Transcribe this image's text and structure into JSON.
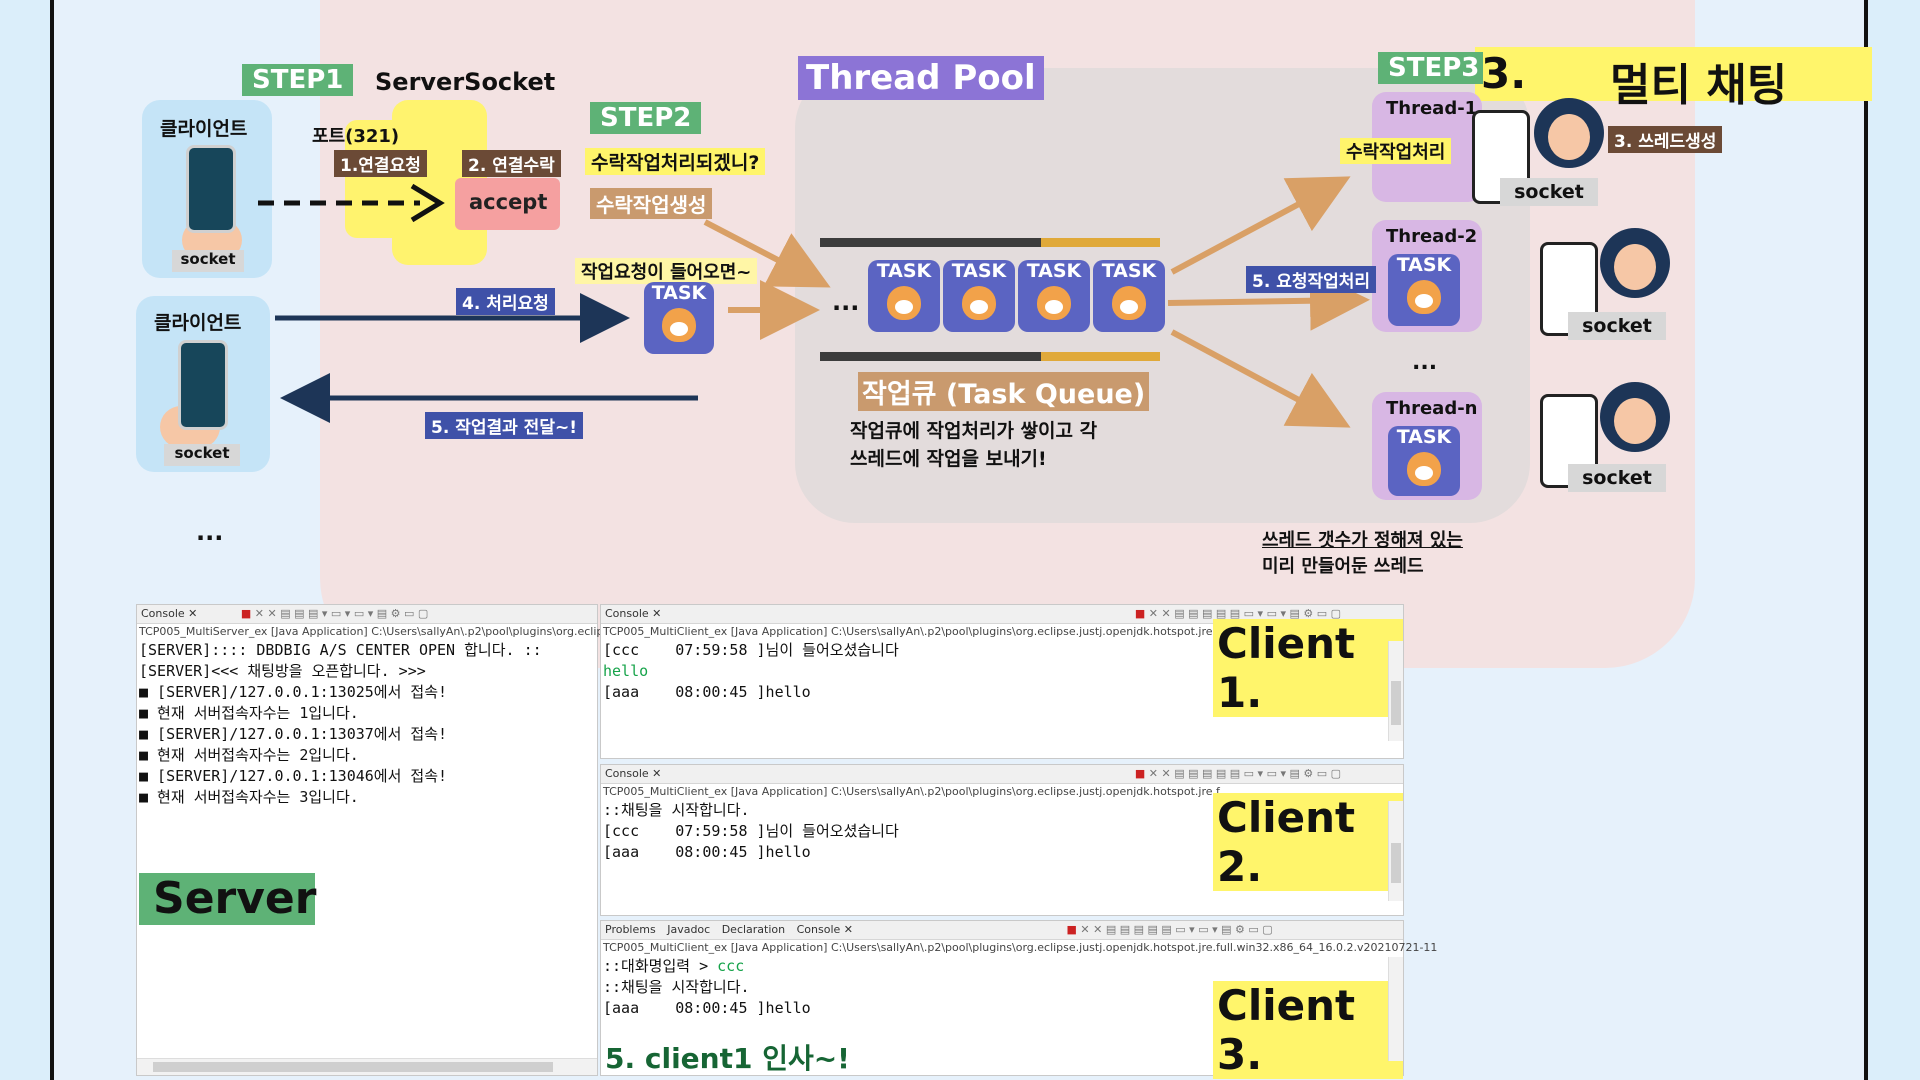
{
  "title": {
    "number": "3.",
    "text": "멀티 채팅"
  },
  "steps": {
    "step1": "STEP1",
    "step2": "STEP2",
    "step3": "STEP3"
  },
  "server_socket": "ServerSocket",
  "port": "포트(321)",
  "labels": {
    "connect_request": "1.연결요청",
    "connect_accept": "2. 연결수락",
    "accept_question": "수락작업처리되겠니?",
    "accept": "accept",
    "accept_task_created": "수락작업생성",
    "work_request_incoming": "작업요청이 들어오면~",
    "process_request": "4. 처리요청",
    "deliver_result": "5. 작업결과 전달~!",
    "accept_processing": "수락작업처리",
    "thread_created": "3. 쓰레드생성",
    "request_processing": "5. 요청작업처리"
  },
  "client_label": "클라이언트",
  "socket": "socket",
  "ellipsis": "...",
  "task": "TASK",
  "thread_pool": "Thread Pool",
  "task_queue": "작업큐 (Task Queue)",
  "queue_desc_1": "작업큐에 작업처리가 쌓이고 각",
  "queue_desc_2": "쓰레드에 작업을 보내기!",
  "pool_desc_1": "쓰레드 갯수가 정해져 있는",
  "pool_desc_2": "미리 만들어둔 쓰레드",
  "threads": [
    "Thread-1",
    "Thread-2",
    "Thread-n"
  ],
  "colors": {
    "step_green": "#5eb276",
    "task_blue": "#5b64c2",
    "arrow_orange": "#d9a066",
    "arrow_navy": "#1d3557",
    "highlight_yellow": "#fff56b"
  },
  "server_console": {
    "tab": "Console",
    "path": "TCP005_MultiServer_ex [Java Application] C:\\Users\\sallyAn\\.p2\\pool\\plugins\\org.eclip",
    "lines": [
      "[SERVER]:::: DBDBIG A/S CENTER OPEN 합니다. ::",
      "[SERVER]<<< 채팅방을 오픈합니다. >>>",
      "■ [SERVER]/127.0.0.1:13025에서 접속!",
      "■ 현재 서버접속자수는 1입니다.",
      "■ [SERVER]/127.0.0.1:13037에서 접속!",
      "■ 현재 서버접속자수는 2입니다.",
      "■ [SERVER]/127.0.0.1:13046에서 접속!",
      "■ 현재 서버접속자수는 3입니다."
    ],
    "tag": "Server"
  },
  "client1_console": {
    "tab": "Console",
    "path": "TCP005_MultiClient_ex [Java Application] C:\\Users\\sallyAn\\.p2\\pool\\plugins\\org.eclipse.justj.openjdk.hotspot.jre.f",
    "line1": "[ccc    07:59:58 ]님이 들어오셨습니다",
    "line2": "hello",
    "line3": "[aaa    08:00:45 ]hello",
    "tag": "Client 1."
  },
  "client2_console": {
    "tab": "Console",
    "path": "TCP005_MultiClient_ex [Java Application] C:\\Users\\sallyAn\\.p2\\pool\\plugins\\org.eclipse.justj.openjdk.hotspot.jre.f",
    "lines": [
      "::채팅을 시작합니다.",
      "[ccc    07:59:58 ]님이 들어오셨습니다",
      "[aaa    08:00:45 ]hello"
    ],
    "tag": "Client 2."
  },
  "client3_console": {
    "tabs": [
      "Problems",
      "Javadoc",
      "Declaration",
      "Console"
    ],
    "path": "TCP005_MultiClient_ex [Java Application] C:\\Users\\sallyAn\\.p2\\pool\\plugins\\org.eclipse.justj.openjdk.hotspot.jre.full.win32.x86_64_16.0.2.v20210721-11",
    "line1_prefix": "::대화명입력 > ",
    "line1_value": "ccc",
    "line2": "::채팅을 시작합니다.",
    "line3": "[aaa    08:00:45 ]hello",
    "note": "5. client1 인사~!",
    "tag": "Client 3."
  }
}
